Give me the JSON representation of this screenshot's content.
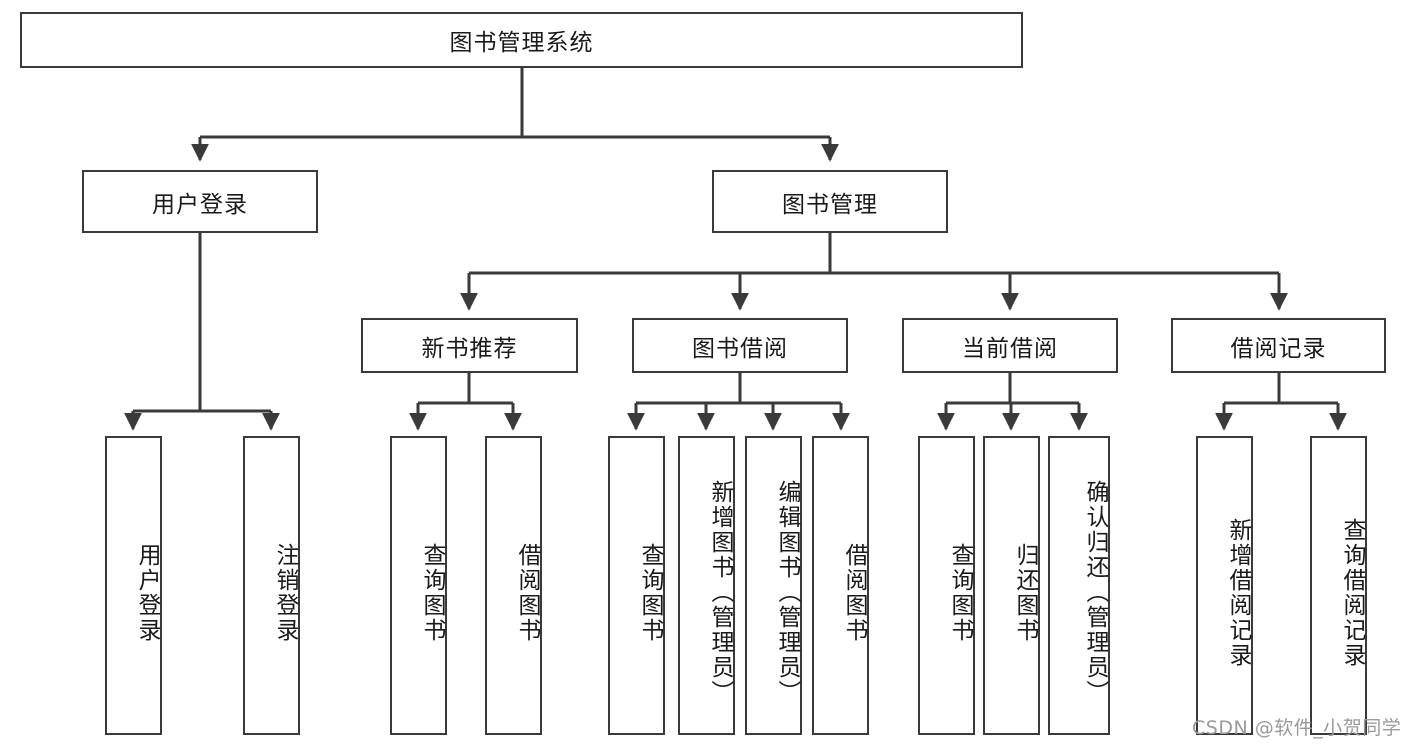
{
  "diagram": {
    "type": "tree",
    "title_node": {
      "label": "图书管理系统"
    },
    "level2": [
      {
        "label": "用户登录"
      },
      {
        "label": "图书管理"
      }
    ],
    "level3": [
      {
        "label": "新书推荐"
      },
      {
        "label": "图书借阅"
      },
      {
        "label": "当前借阅"
      },
      {
        "label": "借阅记录"
      }
    ],
    "leaves": {
      "user_login": [
        {
          "label": "用户登录"
        },
        {
          "label": "注销登录"
        }
      ],
      "new_book_recommend": [
        {
          "label": "查询图书"
        },
        {
          "label": "借阅图书"
        }
      ],
      "book_borrow": [
        {
          "label": "查询图书"
        },
        {
          "label": "新增图书（管理员）"
        },
        {
          "label": "编辑图书（管理员）"
        },
        {
          "label": "借阅图书"
        }
      ],
      "current_borrow": [
        {
          "label": "查询图书"
        },
        {
          "label": "归还图书"
        },
        {
          "label": "确认归还（管理员）"
        }
      ],
      "borrow_record": [
        {
          "label": "新增借阅记录"
        },
        {
          "label": "查询借阅记录"
        }
      ]
    }
  },
  "watermark": {
    "text": "CSDN @软件_小贺同学"
  },
  "colors": {
    "stroke": "#3a3a3a",
    "fill": "#ffffff",
    "text": "#1a1a1a",
    "watermark": "#9a9a9a"
  }
}
